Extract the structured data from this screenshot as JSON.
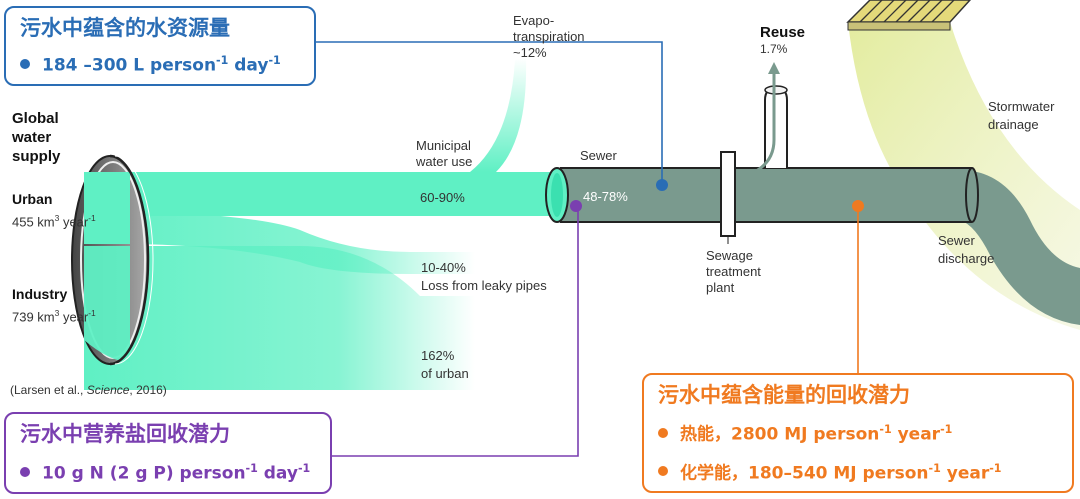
{
  "colors": {
    "water": "#5ff0c4",
    "sewer": "#7a9a8e",
    "blue": "#2a6db5",
    "purple": "#7a3fb0",
    "orange": "#f07a20",
    "stormwater": "#e7efb2"
  },
  "labels": {
    "global_supply": [
      "Global",
      "water",
      "supply"
    ],
    "urban_title": "Urban",
    "urban_value": "455 km",
    "urban_unit": " year",
    "industry_title": "Industry",
    "industry_value": "739 km",
    "industry_unit": " year",
    "sup_3": "3",
    "sup_neg1": "-1",
    "citation_pre": "(Larsen et al., ",
    "citation_journal": "Science",
    "citation_post": ", 2016)",
    "municipal": [
      "Municipal",
      "water use"
    ],
    "municipal_pct": "60-90%",
    "leak_pct": "10-40%",
    "leak_text": "Loss from leaky pipes",
    "urban_pct": "162%",
    "urban_text": "of urban",
    "evapo": [
      "Evapo-",
      "transpiration",
      "~12%"
    ],
    "sewer": "Sewer",
    "sewer_pct": "48-78%",
    "reuse_title": "Reuse",
    "reuse_pct": "1.7%",
    "stormwater": [
      "Stormwater",
      "drainage"
    ],
    "plant": [
      "Sewage",
      "treatment",
      "plant"
    ],
    "discharge": [
      "Sewer",
      "discharge"
    ]
  },
  "boxes": {
    "water": {
      "title": "污水中蕴含的水资源量",
      "line1_value": "184 –300 L person",
      "line1_sup": "-1",
      "line1_unit": " day",
      "line1_sup2": "-1"
    },
    "nutrient": {
      "title": "污水中营养盐回收潜力",
      "line1_value": "10 g N (2 g P) person",
      "line1_sup": "-1",
      "line1_unit": " day",
      "line1_sup2": "-1"
    },
    "energy": {
      "title": "污水中蕴含能量的回收潜力",
      "line1_value": "热能，2800 MJ person",
      "line1_sup": "-1",
      "line1_unit": " year",
      "line1_sup2": "-1",
      "line2_value": "化学能，180–540 MJ person",
      "line2_sup": "-1",
      "line2_unit": " year",
      "line2_sup2": "-1"
    }
  }
}
